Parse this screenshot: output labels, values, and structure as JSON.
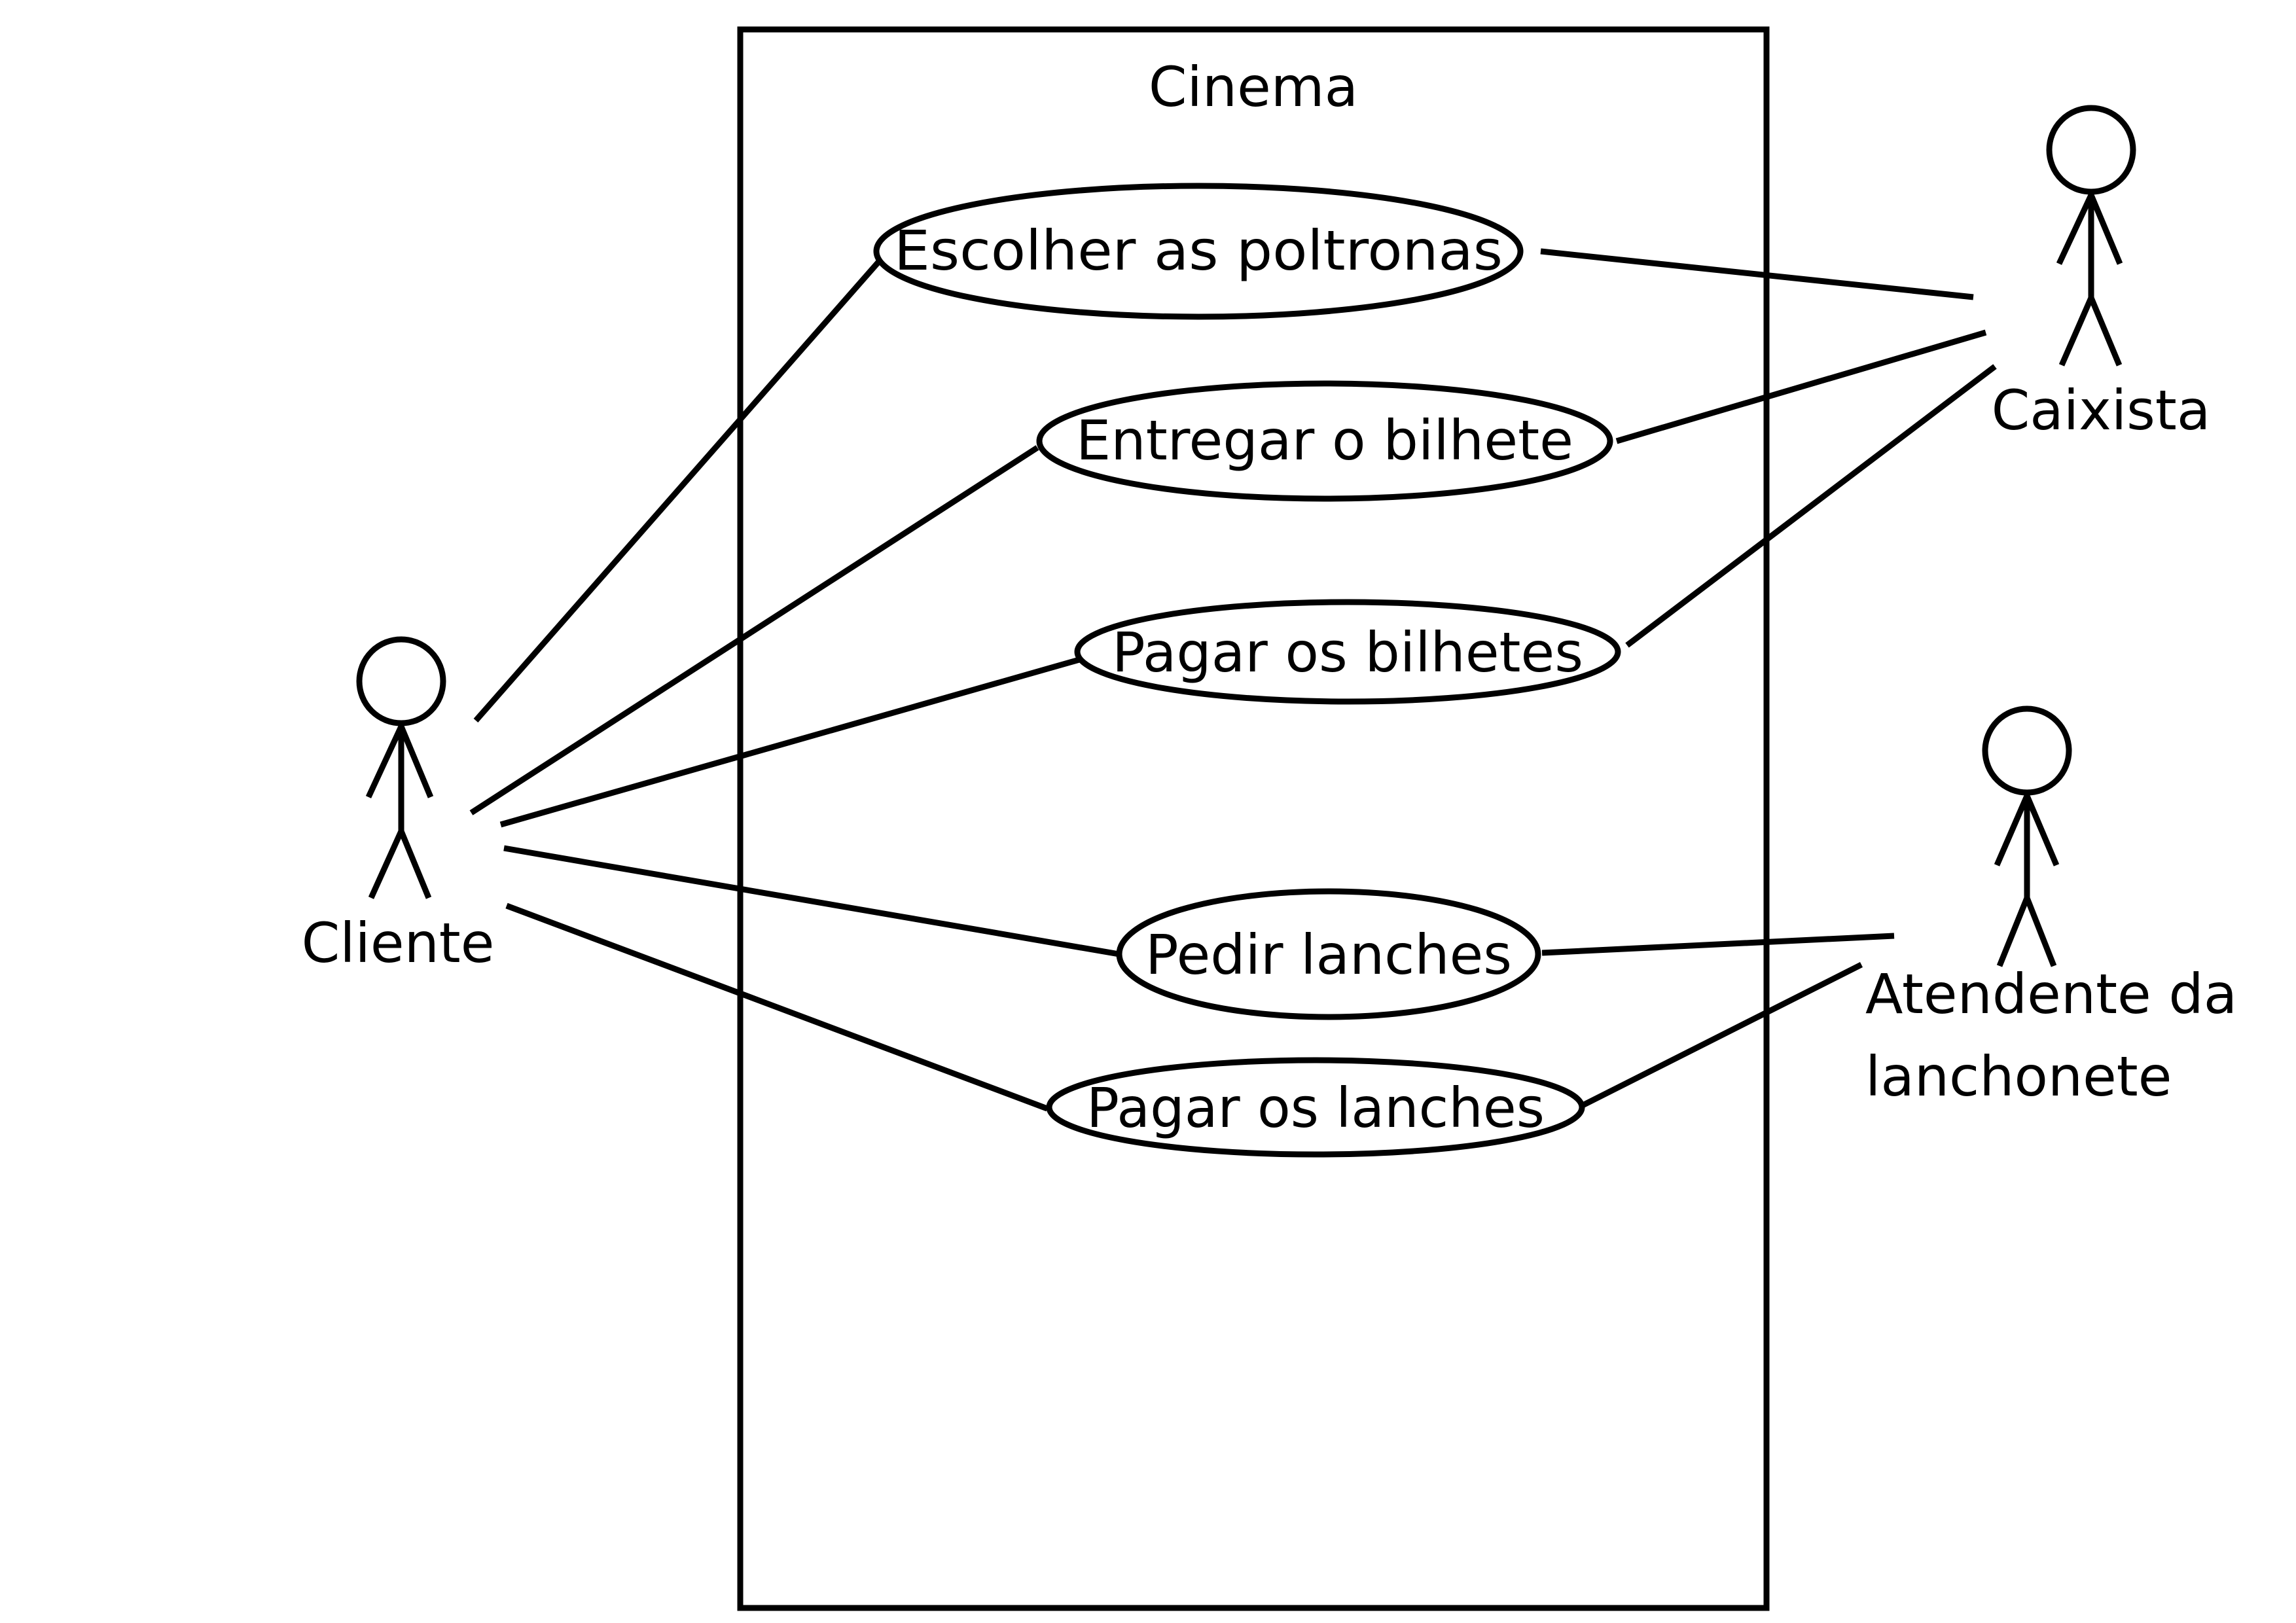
{
  "system": {
    "title": "Cinema"
  },
  "actors": {
    "cliente": {
      "name": "Cliente"
    },
    "caixista": {
      "name": "Caixista"
    },
    "atendente": {
      "name_line1": "Atendente da",
      "name_line2": "lanchonete"
    }
  },
  "use_cases": {
    "escolher": "Escolher as poltronas",
    "entregar": "Entregar o bilhete",
    "pagar_bilhetes": "Pagar os bilhetes",
    "pedir_lanches": "Pedir lanches",
    "pagar_lanches": "Pagar os lanches"
  },
  "colors": {
    "stroke": "#000000",
    "background": "#ffffff"
  }
}
